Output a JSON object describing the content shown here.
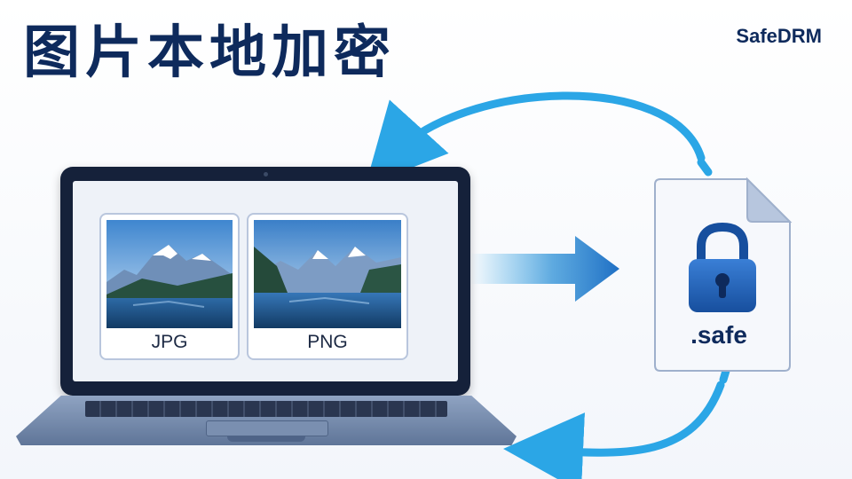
{
  "title": "图片本地加密",
  "brand": "SafeDRM",
  "images": [
    {
      "label": "JPG"
    },
    {
      "label": "PNG"
    }
  ],
  "file": {
    "extension": ".safe"
  },
  "icons": {
    "laptop": "laptop-icon",
    "arrow": "arrow-right-icon",
    "file": "document-icon",
    "lock": "lock-icon",
    "cycle": "cycle-arrows-icon"
  },
  "colors": {
    "title": "#0e2a5c",
    "accent": "#2ba6e6",
    "lock": "#1f5fb3"
  }
}
